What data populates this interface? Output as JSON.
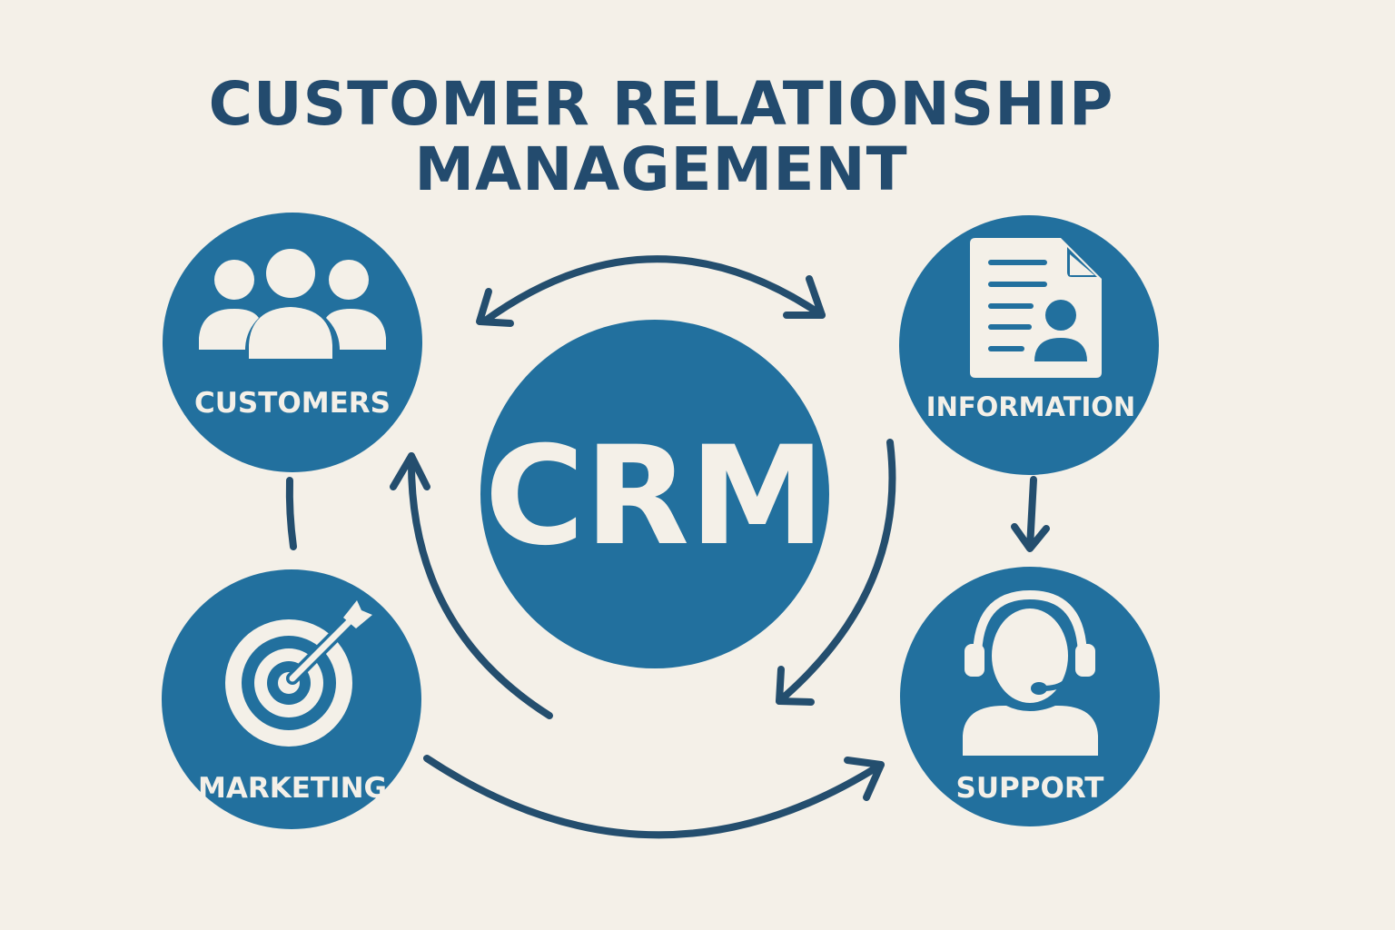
{
  "title": {
    "line1": "CUSTOMER RELATIONSHIP",
    "line2": "MANAGEMENT"
  },
  "center": {
    "label": "CRM"
  },
  "nodes": {
    "customers": {
      "label": "CUSTOMERS",
      "icon": "people-group-icon"
    },
    "information": {
      "label": "INFORMATION",
      "icon": "document-profile-icon"
    },
    "marketing": {
      "label": "MARKETING",
      "icon": "target-arrow-icon"
    },
    "support": {
      "label": "SUPPORT",
      "icon": "headset-agent-icon"
    }
  },
  "colors": {
    "background": "#f4f0e8",
    "circle": "#22709e",
    "arrow": "#244e6e",
    "title": "#234b6e",
    "icon": "#f4f0e8"
  }
}
